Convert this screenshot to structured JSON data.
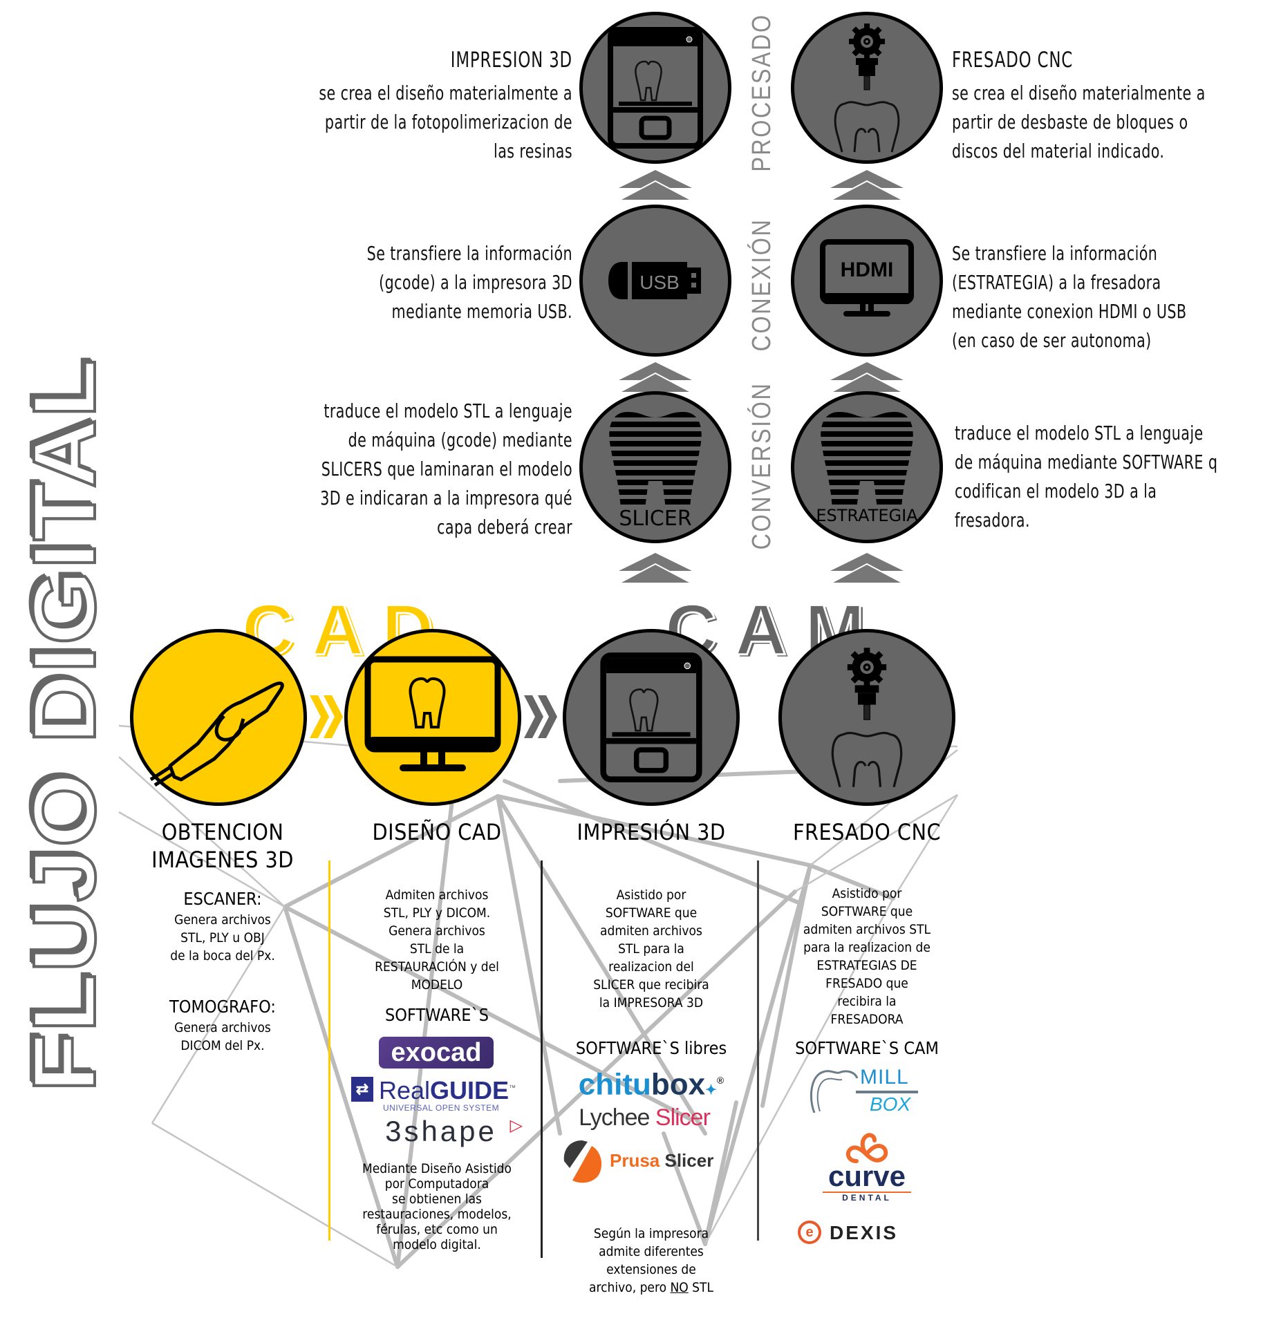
{
  "title": "FLUJO DIGITAL",
  "colors": {
    "cad_yellow": "#FFCC00",
    "cam_gray": "#666666",
    "label_gray": "#8a8a8a",
    "line_gray": "#bbbbbb"
  },
  "stages": {
    "procesado": "PROCESADO",
    "conexion": "CONEXIÓN",
    "conversion": "CONVERSIÓN"
  },
  "top_left": {
    "procesado": {
      "icon": "3d-printer-icon",
      "title": "IMPRESION 3D",
      "lines": [
        "se crea el diseño materialmente a",
        "partir de la fotopolimerizacion de",
        "las resinas"
      ]
    },
    "conexion": {
      "icon": "usb-icon",
      "icon_text": "USB",
      "lines": [
        "Se transfiere la información",
        "(gcode) a la impresora 3D",
        "mediante memoria USB."
      ]
    },
    "conversion": {
      "icon": "sliced-tooth-icon",
      "icon_text": "SLICER",
      "lines": [
        "traduce el modelo STL a lenguaje",
        "de máquina (gcode) mediante",
        "SLICERS que laminaran el modelo",
        "3D e indicaran a la impresora qué",
        "capa deberá crear"
      ]
    }
  },
  "top_right": {
    "procesado": {
      "icon": "cnc-mill-icon",
      "title": "FRESADO CNC",
      "lines": [
        "se crea el diseño materialmente a",
        "partir de desbaste de bloques o",
        "discos del material indicado."
      ]
    },
    "conexion": {
      "icon": "hdmi-monitor-icon",
      "icon_text": "HDMI",
      "lines": [
        "Se transfiere la información",
        "(ESTRATEGIA) a la fresadora",
        "mediante conexion HDMI o USB",
        "(en caso de ser autonoma)"
      ]
    },
    "conversion": {
      "icon": "sliced-tooth-icon",
      "icon_text": "ESTRATEGIA",
      "lines": [
        "traduce el modelo STL a lenguaje",
        "de máquina mediante SOFTWARE q",
        "codifican el modelo 3D a la",
        "fresadora."
      ]
    }
  },
  "groups": {
    "cad": "CAD",
    "cam": "CAM"
  },
  "columns": [
    {
      "icon": "intraoral-scanner-icon",
      "heading": [
        "OBTENCION",
        "IMAGENES 3D"
      ],
      "sections": [
        {
          "subhead": "ESCANER:",
          "lines": [
            "Genera archivos",
            "STL, PLY u OBJ",
            "de la boca del Px."
          ]
        },
        {
          "subhead": "TOMOGRAFO:",
          "lines": [
            "Genera archivos",
            "DICOM del Px."
          ]
        }
      ]
    },
    {
      "icon": "monitor-tooth-icon",
      "heading": [
        "DISEÑO CAD"
      ],
      "lines": [
        "Admiten archivos",
        "STL, PLY y DICOM.",
        "Genera archivos",
        "STL de la",
        "RESTAURACIÓN y del",
        "MODELO"
      ],
      "software_label": "SOFTWARE`S",
      "software": [
        "exocad",
        "RealGUIDE",
        "3shape"
      ],
      "realguide_sub": "UNIVERSAL OPEN SYSTEM",
      "footer": [
        "Mediante Diseño Asistido",
        "por Computadora",
        "se obtienen las",
        "restauraciones, modelos,",
        "férulas, etc como un",
        "modelo digital."
      ]
    },
    {
      "icon": "3d-printer-icon",
      "heading": [
        "IMPRESIÓN 3D"
      ],
      "lines": [
        "Asistido por",
        "SOFTWARE que",
        "admiten archivos",
        "STL para la",
        "realizacion del",
        "SLICER que recibira",
        "la IMPRESORA 3D"
      ],
      "software_label": "SOFTWARE`S libres",
      "software": [
        "chitubox",
        "Lychee Slicer",
        "Prusa Slicer"
      ],
      "footer": [
        "Según la impresora",
        "admite diferentes",
        "extensiones de"
      ],
      "footer_last_pre": "archivo, pero ",
      "footer_last_underlined": "NO",
      "footer_last_post": " STL"
    },
    {
      "icon": "cnc-mill-icon",
      "heading": [
        "FRESADO CNC"
      ],
      "lines": [
        "Asistido por",
        "SOFTWARE que",
        "admiten archivos STL",
        "para la realizacion de",
        "ESTRATEGIAS DE",
        "FRESADO que",
        "recibira la",
        "FRESADORA"
      ],
      "software_label": "SOFTWARE`S CAM",
      "software": [
        "MILL BOX",
        "curve DENTAL",
        "DEXIS"
      ]
    }
  ],
  "logos": {
    "chitu_a": "chitu",
    "chitu_b": "box",
    "lychee_a": "Lychee",
    "lychee_b": " Slicer",
    "prusa_a": "Prusa",
    "prusa_b": " Slicer",
    "mill": "MILL",
    "box": "BOX",
    "curve": "curve",
    "dental": "DENTAL",
    "dexis": "DEXIS",
    "real": "Real",
    "guide": "GUIDE",
    "tm": "™",
    "reg": "®"
  }
}
